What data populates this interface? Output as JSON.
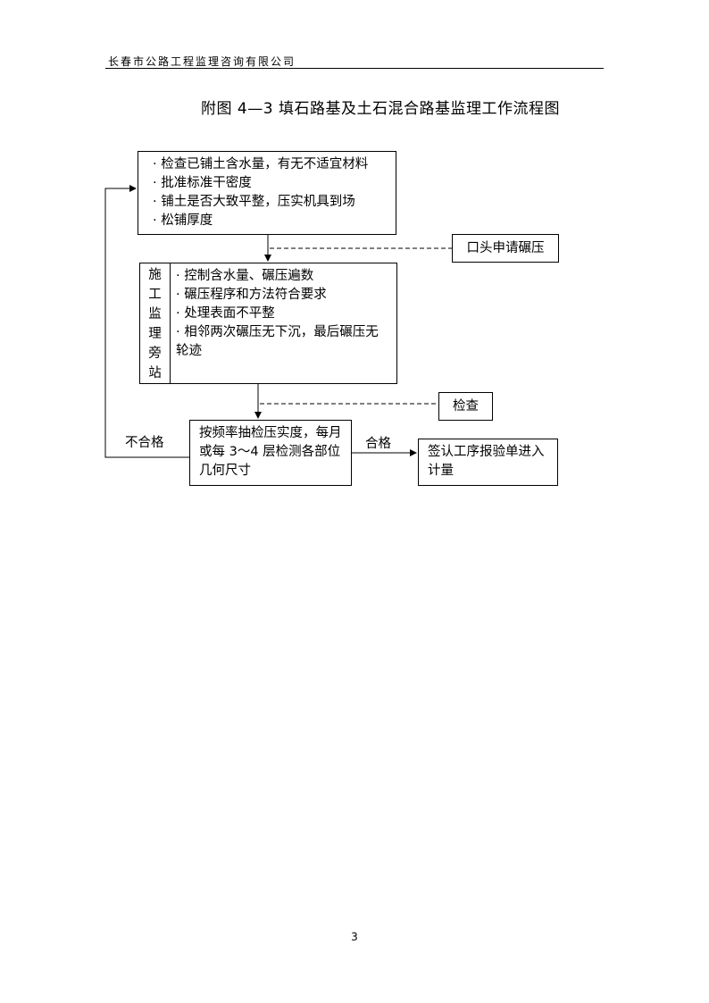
{
  "header": {
    "company": "长春市公路工程监理咨询有限公司"
  },
  "title": "附图 4—3 填石路基及土石混合路基监理工作流程图",
  "nodes": {
    "pre_check": {
      "items": [
        "· 检查已铺土含水量，有无不适宜材料",
        "· 批准标准干密度",
        "· 铺土是否大致平整，压实机具到场",
        "· 松铺厚度"
      ]
    },
    "oral_request": {
      "label": "口头申请碾压"
    },
    "side_station": {
      "vertical_label": [
        "施",
        "工",
        "监",
        "理",
        "旁",
        "站"
      ],
      "items": [
        "· 控制含水量、碾压遍数",
        "· 碾压程序和方法符合要求",
        "· 处理表面不平整",
        "· 相邻两次碾压无下沉，最后碾压无轮迹"
      ]
    },
    "inspect": {
      "label": "检查"
    },
    "sample_check": {
      "text": "按频率抽检压实度，每月或每 3～4 层检测各部位几何尺寸"
    },
    "sign_off": {
      "text": "签认工序报验单进入计量"
    }
  },
  "edges": {
    "fail_label": "不合格",
    "pass_label": "合格"
  },
  "footer": {
    "page_number": "3"
  }
}
